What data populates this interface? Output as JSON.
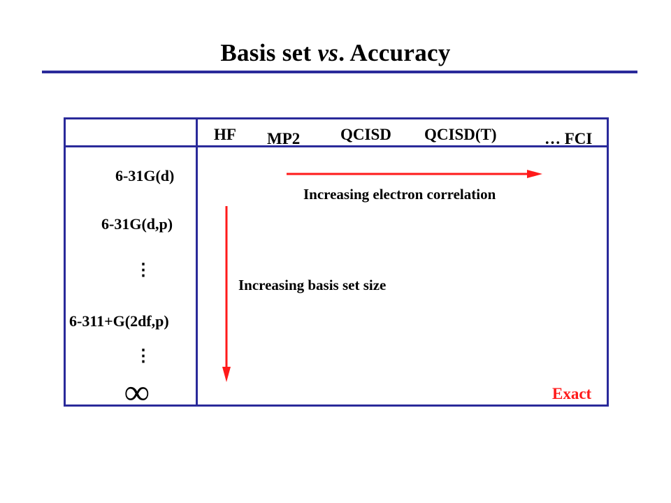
{
  "title": {
    "part1": "Basis set ",
    "italic": "vs",
    "part2": ". Accuracy"
  },
  "methods": [
    "HF",
    "MP2",
    "QCISD",
    "QCISD(T)",
    "… FCI"
  ],
  "basis_sets": [
    "6-31G(d)",
    "6-31G(d,p)",
    "6-311+G(2df,p)"
  ],
  "vdots": "⋮",
  "infinity": "∞",
  "labels": {
    "correlation": "Increasing electron correlation",
    "basis_size": "Increasing basis set size",
    "exact": "Exact"
  },
  "colors": {
    "rule": "#2a2a9a",
    "arrow": "#ff1a1a",
    "exact": "#ff1a1a"
  }
}
